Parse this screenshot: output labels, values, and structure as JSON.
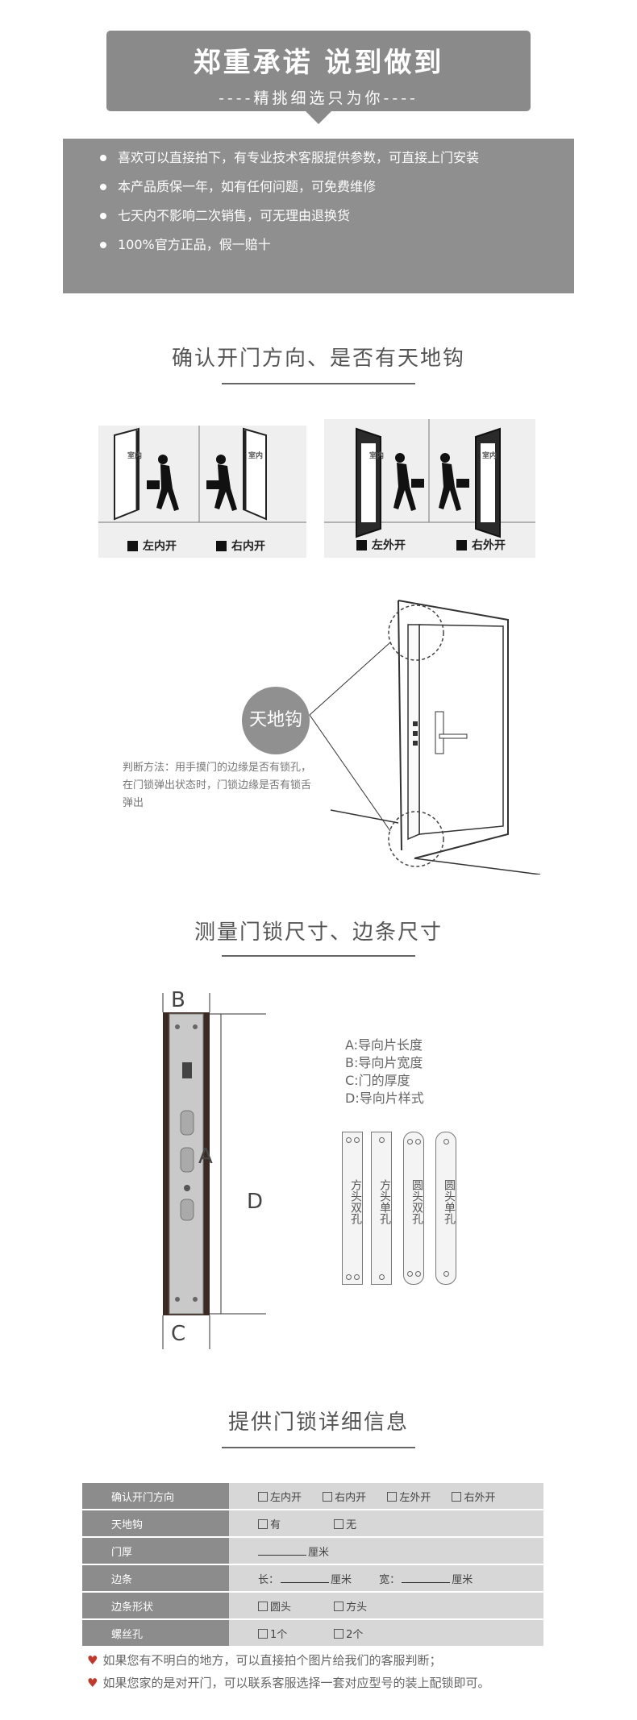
{
  "banner": {
    "title": "郑重承诺 说到做到",
    "subtitle": "----精挑细选只为你----"
  },
  "promises": [
    "喜欢可以直接拍下，有专业技术客服提供参数，可直接上门安装",
    "本产品质保一年，如有任何问题，可免费维修",
    "七天内不影响二次销售，可无理由退换货",
    "100%官方正品，假一赔十"
  ],
  "section1": {
    "title": "确认开门方向、是否有天地钩",
    "scene_labels": {
      "indoor": "室内",
      "left_in": "左内开",
      "right_in": "右内开",
      "left_out": "左外开",
      "right_out": "右外开"
    },
    "hook_label": "天地钩",
    "hook_note": "判断方法：用手摸门的边缘是否有锁孔，在门锁弹出状态时，门锁边缘是否有锁舌弹出"
  },
  "section2": {
    "title": "测量门锁尺寸、边条尺寸",
    "dim_labels": {
      "a": "A",
      "b": "B",
      "c": "C",
      "d": "D"
    },
    "legend": [
      "A:导向片长度",
      "B:导向片宽度",
      "C:门的厚度",
      "D:导向片样式"
    ],
    "plates": [
      "方头双孔",
      "方头单孔",
      "圆头双孔",
      "圆头单孔"
    ]
  },
  "section3": {
    "title": "提供门锁详细信息",
    "rows": [
      {
        "key": "确认开门方向",
        "options": [
          "左内开",
          "右内开",
          "左外开",
          "右外开"
        ]
      },
      {
        "key": "天地钩",
        "options": [
          "有",
          "无"
        ]
      },
      {
        "key": "门厚",
        "unit": "厘米"
      },
      {
        "key": "边条",
        "length_label": "长：",
        "width_label": "宽：",
        "unit": "厘米"
      },
      {
        "key": "边条形状",
        "options": [
          "圆头",
          "方头"
        ]
      },
      {
        "key": "螺丝孔",
        "options": [
          "1个",
          "2个"
        ]
      }
    ]
  },
  "tips": [
    "如果您有不明白的地方，可以直接拍个图片给我们的客服判断；",
    "如果您家的是对开门，可以联系客服选择一套对应型号的装上配锁即可。"
  ],
  "colors": {
    "banner": "#8a8a8a",
    "box": "#8f8f8f",
    "table_key": "#8c8c8c",
    "table_value": "#d7d7d7",
    "heart": "#c0392b"
  }
}
